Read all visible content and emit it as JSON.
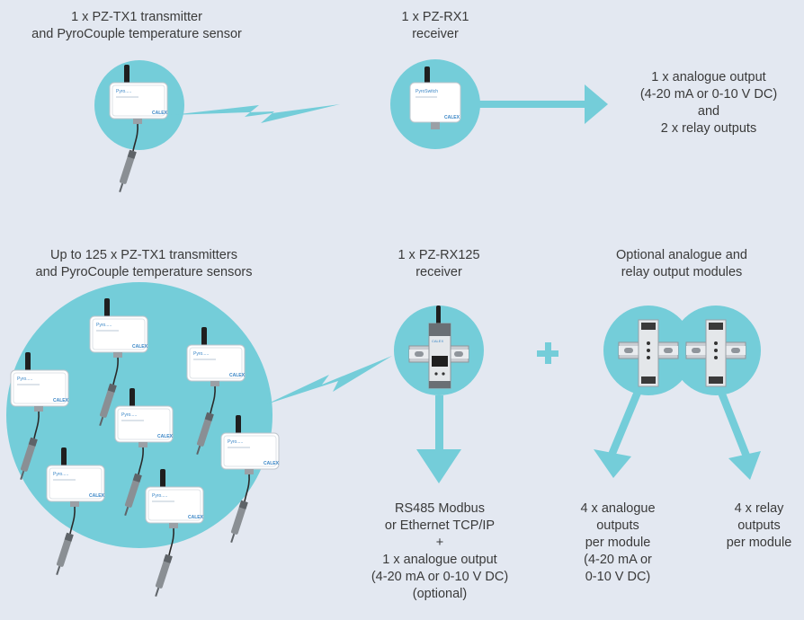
{
  "colors": {
    "background": "#e3e8f1",
    "accent": "#74cdd9",
    "text": "#3a3a3a",
    "device_body": "#ffffff",
    "device_brand": "#3b86c6",
    "probe": "#7a7a7a",
    "rail": "#c9cdd2"
  },
  "top_row": {
    "transmitter_label": "1 x PZ-TX1 transmitter\nand PyroCouple temperature sensor",
    "receiver_label": "1 x PZ-RX1\nreceiver",
    "output_label": "1 x analogue output\n(4-20 mA or 0-10 V DC)\nand\n2 x relay outputs"
  },
  "bottom_row": {
    "transmitters_label": "Up to 125 x PZ-TX1 transmitters\nand PyroCouple temperature sensors",
    "receiver_label": "1 x PZ-RX125\nreceiver",
    "modules_label": "Optional analogue and\nrelay output modules",
    "receiver_output_label": "RS485 Modbus\nor Ethernet TCP/IP\n+\n1 x analogue output\n(4-20 mA or 0-10 V DC)\n(optional)",
    "analogue_module_output_label": "4 x analogue\noutputs\nper module\n(4-20 mA or\n0-10 V DC)",
    "relay_module_output_label": "4 x relay\noutputs\nper module"
  },
  "device": {
    "brand_mark": "CALEX",
    "product_name": "PyroSwitch"
  },
  "icons": {
    "wireless": "lightning-bolt-icon",
    "plus": "plus-icon",
    "arrow": "arrow-icon"
  }
}
